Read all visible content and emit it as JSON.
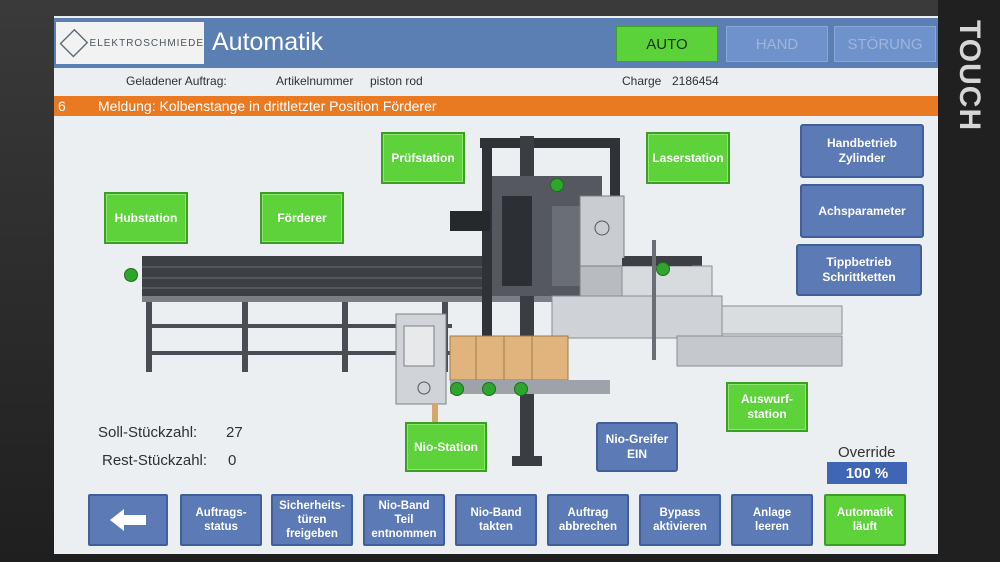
{
  "device": {
    "touch_label": "TOUCH"
  },
  "header": {
    "logo_text": "ELEKTROSCHMIEDE",
    "title": "Automatik",
    "modes": {
      "auto": "AUTO",
      "hand": "HAND",
      "stoerung": "STÖRUNG"
    }
  },
  "info": {
    "auftrag_label": "Geladener Auftrag:",
    "artikel_label": "Artikelnummer",
    "artikel_value": "piston rod",
    "charge_label": "Charge",
    "charge_value": "2186454"
  },
  "message": {
    "number": "6",
    "text": "Meldung: Kolbenstange in drittletzter Position Förderer"
  },
  "stations": {
    "hub": "Hubstation",
    "foerderer": "Förderer",
    "pruef": "Prüfstation",
    "laser": "Laserstation",
    "auswurf": "Auswurf-\nstation",
    "nio": "Nio-Station",
    "nio_greifer": "Nio-Greifer\nEIN"
  },
  "side_buttons": {
    "handbetrieb": "Handbetrieb\nZylinder",
    "achsparameter": "Achsparameter",
    "tippbetrieb": "Tippbetrieb\nSchrittketten"
  },
  "counts": {
    "soll_label": "Soll-Stückzahl:",
    "soll_value": "27",
    "rest_label": "Rest-Stückzahl:",
    "rest_value": "0"
  },
  "override": {
    "label": "Override",
    "value": "100 %"
  },
  "nav": {
    "back_icon": "arrow-left-icon",
    "auftragsstatus": "Auftrags-\nstatus",
    "sicherheit": "Sicherheits-\ntüren\nfreigeben",
    "nio_band_teil": "Nio-Band\nTeil\nentnommen",
    "nio_band_takten": "Nio-Band\ntakten",
    "auftrag_abbrechen": "Auftrag\nabbrechen",
    "bypass": "Bypass\naktivieren",
    "anlage_leeren": "Anlage\nleeren",
    "automatik_laeuft": "Automatik\nläuft"
  },
  "colors": {
    "header": "#5b7fb3",
    "active_green": "#5cd23a",
    "message_orange": "#ea7a22",
    "button_blue": "#5c7ab6"
  }
}
